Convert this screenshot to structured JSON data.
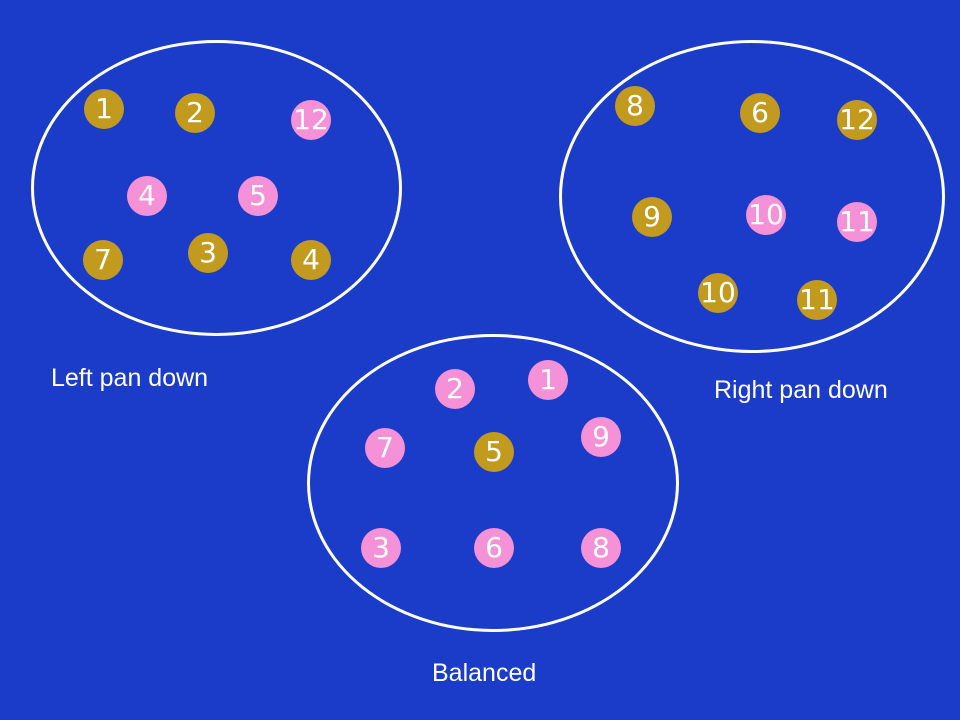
{
  "colors": {
    "background": "#1b3cc8",
    "ring": "#ffffff",
    "gold_coin": "#c19a1e",
    "pink_coin": "#f591d6",
    "text": "#ffffff"
  },
  "groups": {
    "left": {
      "label": "Left pan down",
      "coins": [
        {
          "number": "1",
          "color": "gold"
        },
        {
          "number": "2",
          "color": "gold"
        },
        {
          "number": "12",
          "color": "pink"
        },
        {
          "number": "4",
          "color": "pink"
        },
        {
          "number": "5",
          "color": "pink"
        },
        {
          "number": "7",
          "color": "gold"
        },
        {
          "number": "3",
          "color": "gold"
        },
        {
          "number": "4",
          "color": "gold"
        }
      ]
    },
    "right": {
      "label": "Right pan down",
      "coins": [
        {
          "number": "8",
          "color": "gold"
        },
        {
          "number": "6",
          "color": "gold"
        },
        {
          "number": "12",
          "color": "gold"
        },
        {
          "number": "9",
          "color": "gold"
        },
        {
          "number": "10",
          "color": "pink"
        },
        {
          "number": "11",
          "color": "pink"
        },
        {
          "number": "10",
          "color": "gold"
        },
        {
          "number": "11",
          "color": "gold"
        }
      ]
    },
    "bottom": {
      "label": "Balanced",
      "coins": [
        {
          "number": "2",
          "color": "pink"
        },
        {
          "number": "1",
          "color": "pink"
        },
        {
          "number": "9",
          "color": "pink"
        },
        {
          "number": "7",
          "color": "pink"
        },
        {
          "number": "5",
          "color": "gold"
        },
        {
          "number": "3",
          "color": "pink"
        },
        {
          "number": "6",
          "color": "pink"
        },
        {
          "number": "8",
          "color": "pink"
        }
      ]
    }
  }
}
